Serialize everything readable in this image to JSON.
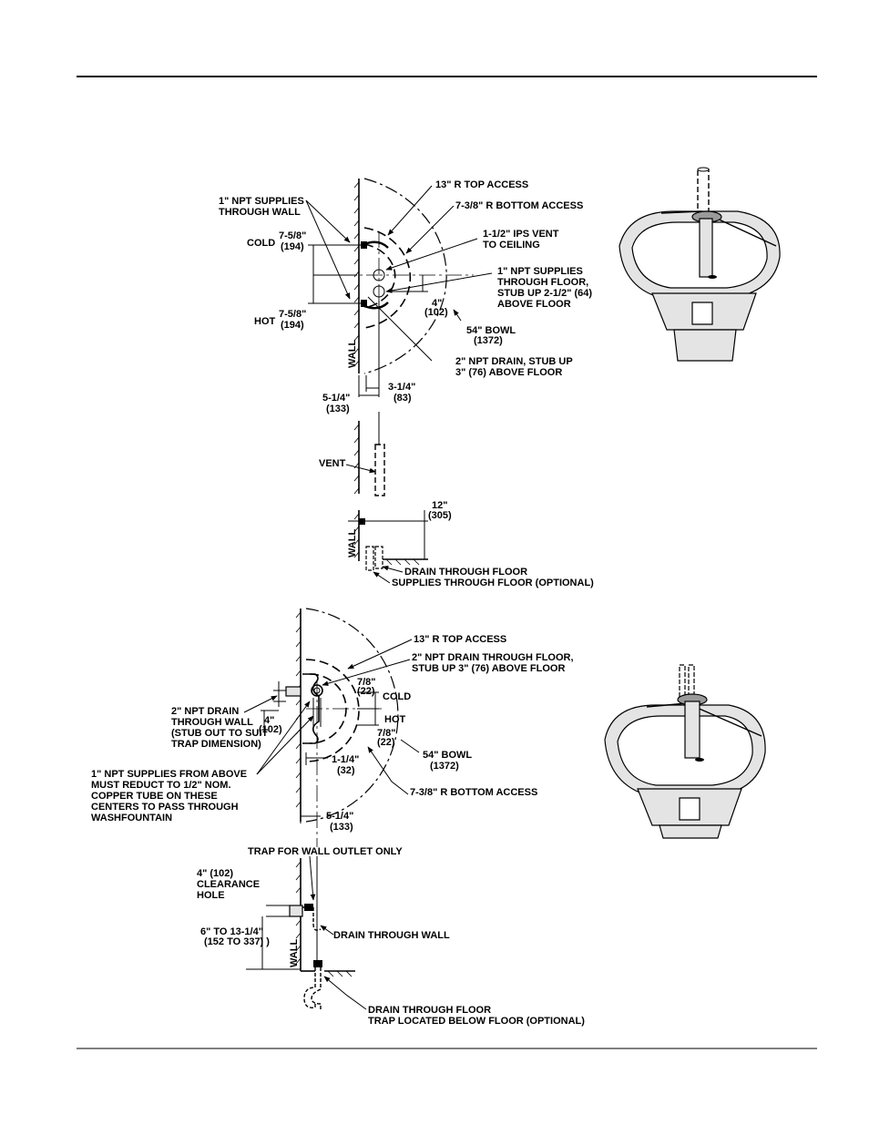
{
  "top_view": {
    "supplies_wall": "1\"  NPT SUPPLIES\nTHROUGH  WALL",
    "cold": "COLD",
    "cold_dim": "7-5/8\"",
    "cold_dim_mm": "(194)",
    "hot": "HOT",
    "hot_dim": "7-5/8\"",
    "hot_dim_mm": "(194)",
    "top_access": "13\" R  TOP ACCESS",
    "bottom_access": "7-3/8\" R BOTTOM ACCESS",
    "vent": "1-1/2\" IPS VENT\nTO CEILING",
    "supplies_floor": "1\"  NPT SUPPLIES\nTHROUGH FLOOR,\nSTUB UP 2-1/2\" (64)\nABOVE FLOOR",
    "dim_4": "4\"",
    "dim_4_mm": "(102)",
    "bowl": "54\" BOWL",
    "bowl_mm": "(1372)",
    "wall": "WALL",
    "drain": "2\"  NPT DRAIN, STUB UP\n3\" (76) ABOVE FLOOR",
    "dim_314": "3-1/4\"",
    "dim_314_mm": "(83)",
    "dim_514": "5-1/4\"",
    "dim_514_mm": "(133)"
  },
  "side_view_1": {
    "vent": "VENT",
    "dim_12": "12\"",
    "dim_12_mm": "(305)",
    "wall": "WALL",
    "drain_floor": "DRAIN THROUGH FLOOR",
    "supplies_floor": "SUPPLIES  THROUGH FLOOR (OPTIONAL)"
  },
  "bottom_view": {
    "top_access": "13\" R  TOP ACCESS",
    "drain_floor": "2\"  NPT DRAIN THROUGH FLOOR,\nSTUB UP 3\" (76) ABOVE FLOOR",
    "dim_78_a": "7/8\"",
    "dim_78_a_mm": "(22)",
    "cold": "COLD",
    "hot": "HOT",
    "dim_78_b": "7/8\"",
    "dim_78_b_mm": "(22)",
    "drain_wall": "2\"  NPT DRAIN\nTHROUGH WALL\n(STUB OUT TO SUIT\nTRAP DIMENSION)",
    "dim_4": "4\"",
    "dim_4_mm": "(102)",
    "bowl": "54\" BOWL",
    "bowl_mm": "(1372)",
    "dim_114": "1-1/4\"",
    "dim_114_mm": "(32)",
    "supplies_above": "1\"  NPT SUPPLIES FROM ABOVE\nMUST REDUCT TO 1/2\" NOM.\nCOPPER TUBE ON THESE\nCENTERS TO PASS THROUGH\nWASHFOUNTAIN",
    "bottom_access": "7-3/8\" R BOTTOM ACCESS",
    "dim_514": "5-1/4\"",
    "dim_514_mm": "(133)"
  },
  "side_view_2": {
    "trap_wall": "TRAP FOR WALL OUTLET ONLY",
    "clearance": "4\" (102)\nCLEARANCE\nHOLE",
    "dim_range": "6\" TO 13-1/4\"",
    "dim_range_mm": "(152 TO 337)  )",
    "drain_wall": "DRAIN THROUGH WALL",
    "wall": "WALL",
    "drain_floor": "DRAIN THROUGH FLOOR\nTRAP LOCATED BELOW FLOOR (OPTIONAL)"
  }
}
